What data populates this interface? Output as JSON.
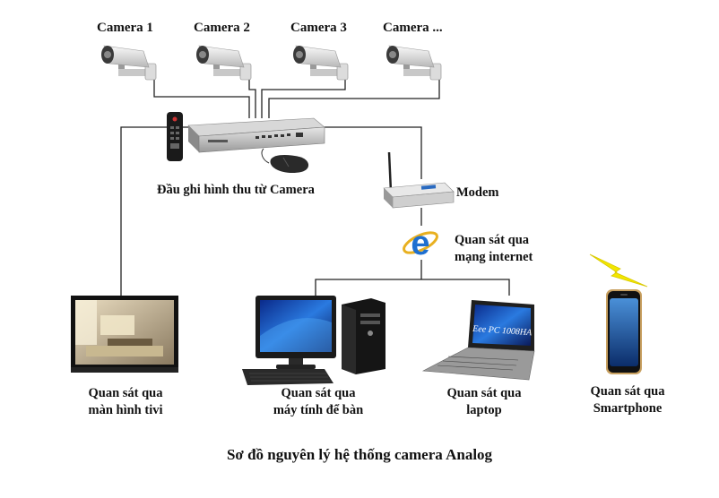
{
  "cameras": [
    "Camera 1",
    "Camera 2",
    "Camera 3",
    "Camera ..."
  ],
  "dvr_label": "Đầu ghi hình thu từ Camera",
  "modem_label": "Modem",
  "internet_label": [
    "Quan sát qua",
    "mạng internet"
  ],
  "tv_label": [
    "Quan sát qua",
    "màn hình tivi"
  ],
  "desktop_label": [
    "Quan sát qua",
    "máy tính để bàn"
  ],
  "laptop_label": [
    "Quan sát qua",
    "laptop"
  ],
  "laptop_screen_text": "Eee PC 1008HA",
  "phone_label": [
    "Quan sát qua",
    "Smartphone"
  ],
  "title": "Sơ đồ nguyên lý hệ thống camera Analog",
  "colors": {
    "line": "#222222",
    "bolt": "#f2e600",
    "ie_blue": "#1e6fd0"
  }
}
